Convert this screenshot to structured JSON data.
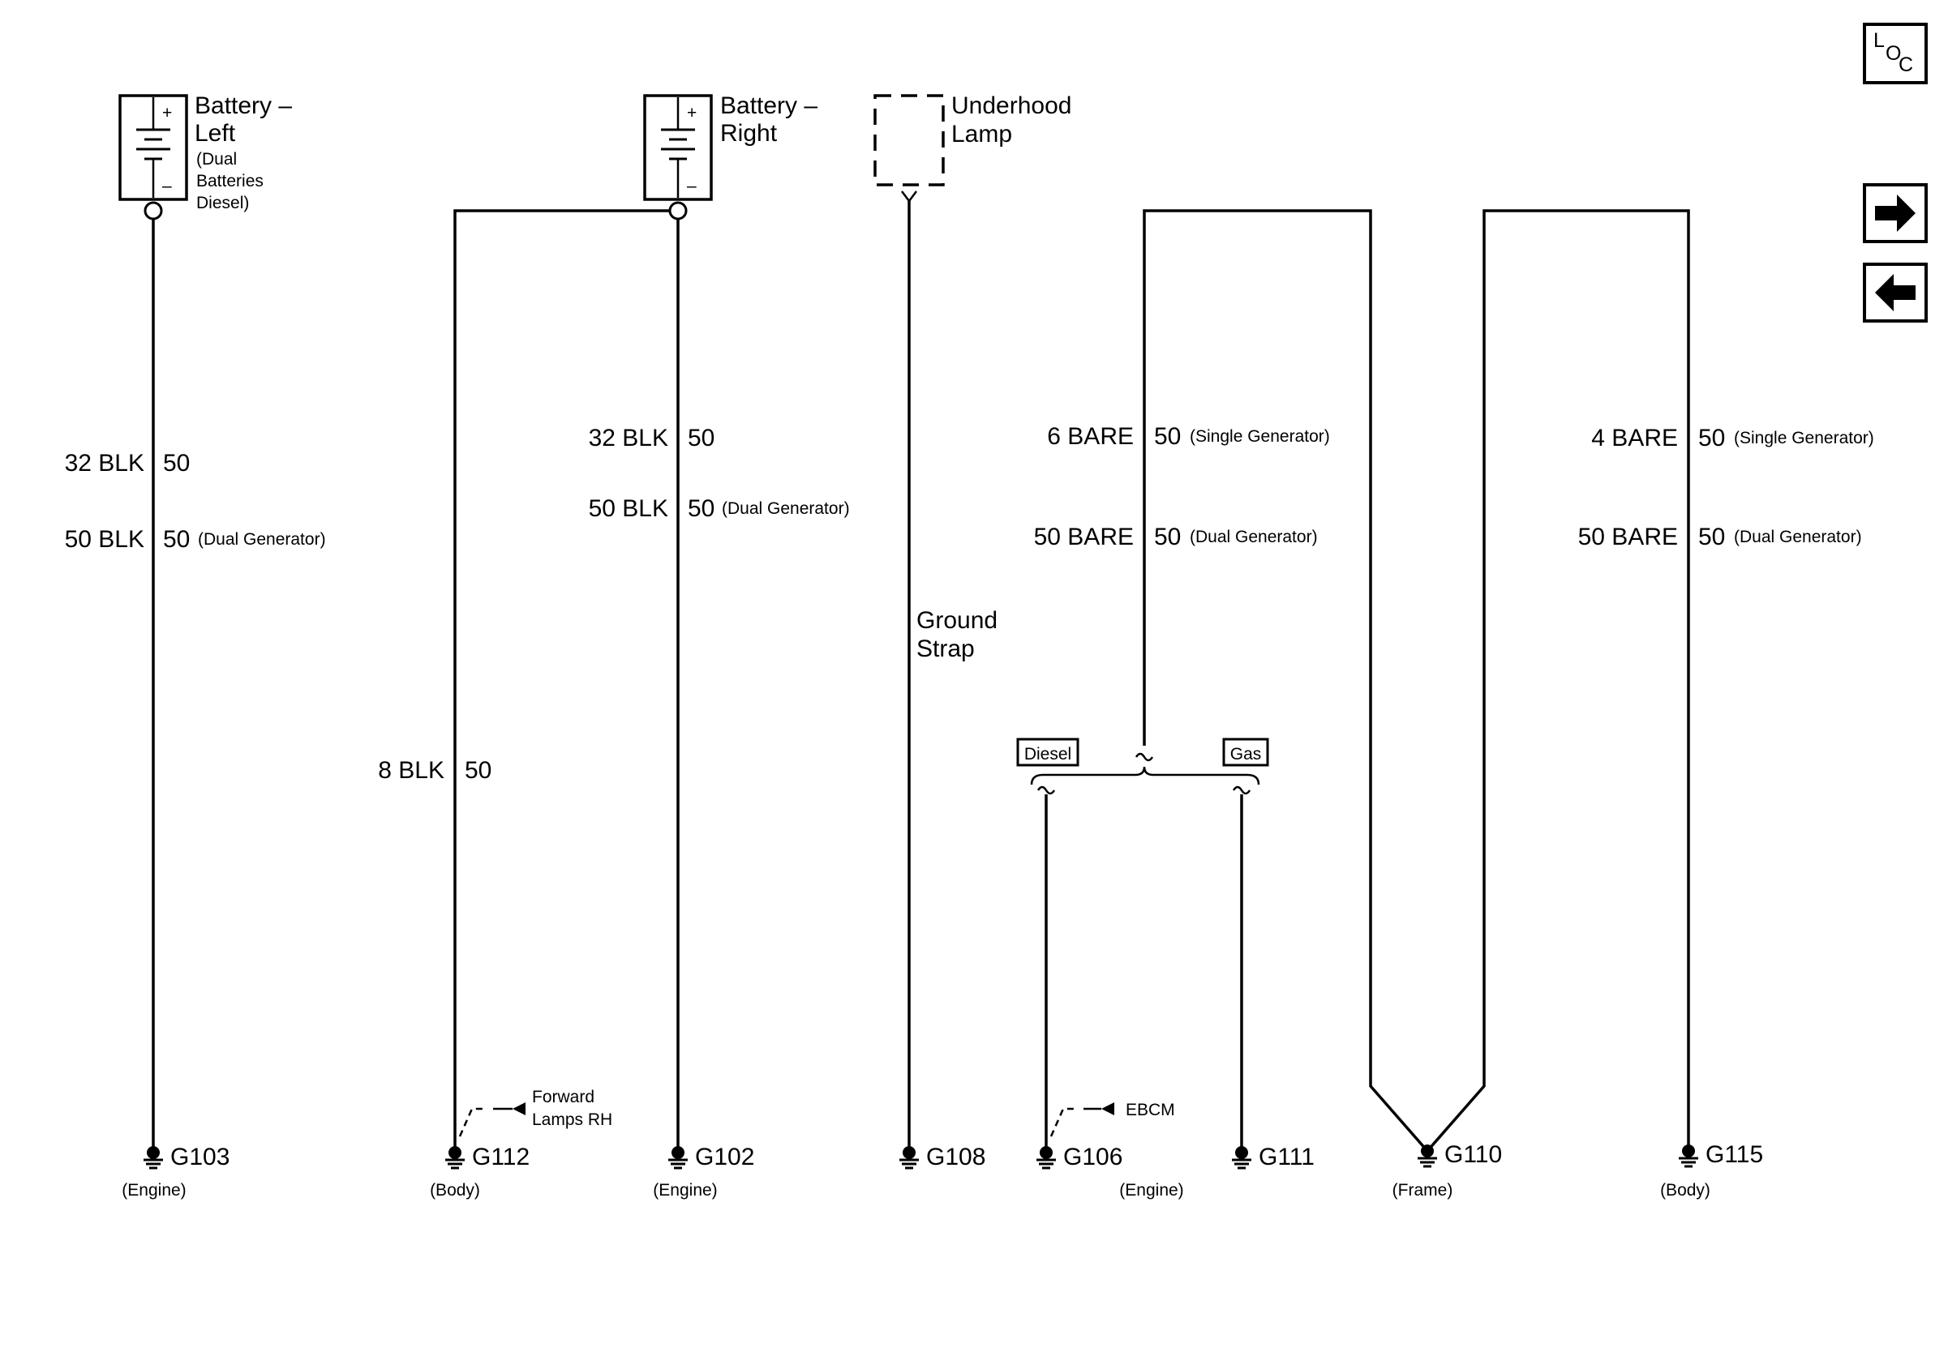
{
  "batteries": {
    "left": {
      "title": "Battery –",
      "title2": "Left",
      "note": [
        "(Dual",
        "Batteries",
        "Diesel)"
      ],
      "plus": "+",
      "minus": "–"
    },
    "right": {
      "title": "Battery –",
      "title2": "Right",
      "plus": "+",
      "minus": "–"
    }
  },
  "lamp": {
    "title": "Underhood",
    "title2": "Lamp"
  },
  "ground_strap": {
    "line1": "Ground",
    "line2": "Strap"
  },
  "wires": {
    "c1": {
      "a_left": "32 BLK",
      "a_right": "50",
      "b_left": "50 BLK",
      "b_right": "50",
      "b_note": "(Dual Generator)"
    },
    "c2": {
      "left": "8 BLK",
      "right": "50"
    },
    "c3": {
      "a_left": "32 BLK",
      "a_right": "50",
      "b_left": "50 BLK",
      "b_right": "50",
      "b_note": "(Dual Generator)"
    },
    "c5": {
      "a_left": "6 BARE",
      "a_right": "50",
      "a_note": "(Single Generator)",
      "b_left": "50 BARE",
      "b_right": "50",
      "b_note": "(Dual Generator)"
    },
    "c6": {
      "a_left": "4 BARE",
      "a_right": "50",
      "a_note": "(Single Generator)",
      "b_left": "50 BARE",
      "b_right": "50",
      "b_note": "(Dual Generator)"
    }
  },
  "options": {
    "diesel": "Diesel",
    "gas": "Gas"
  },
  "callouts": {
    "forward_lamps": {
      "line1": "Forward",
      "line2": "Lamps RH"
    },
    "ebcm": "EBCM"
  },
  "grounds": {
    "g103": {
      "id": "G103",
      "loc": "(Engine)"
    },
    "g112": {
      "id": "G112",
      "loc": "(Body)"
    },
    "g102": {
      "id": "G102",
      "loc": "(Engine)"
    },
    "g108": {
      "id": "G108"
    },
    "g106": {
      "id": "G106",
      "loc": "(Engine)"
    },
    "g111": {
      "id": "G111"
    },
    "g110": {
      "id": "G110",
      "loc": "(Frame)"
    },
    "g115": {
      "id": "G115",
      "loc": "(Body)"
    }
  },
  "nav": {
    "loc_top": "L",
    "loc_mid": "O",
    "loc_bot": "C",
    "next_icon": "arrow-right-icon",
    "prev_icon": "arrow-left-icon"
  }
}
